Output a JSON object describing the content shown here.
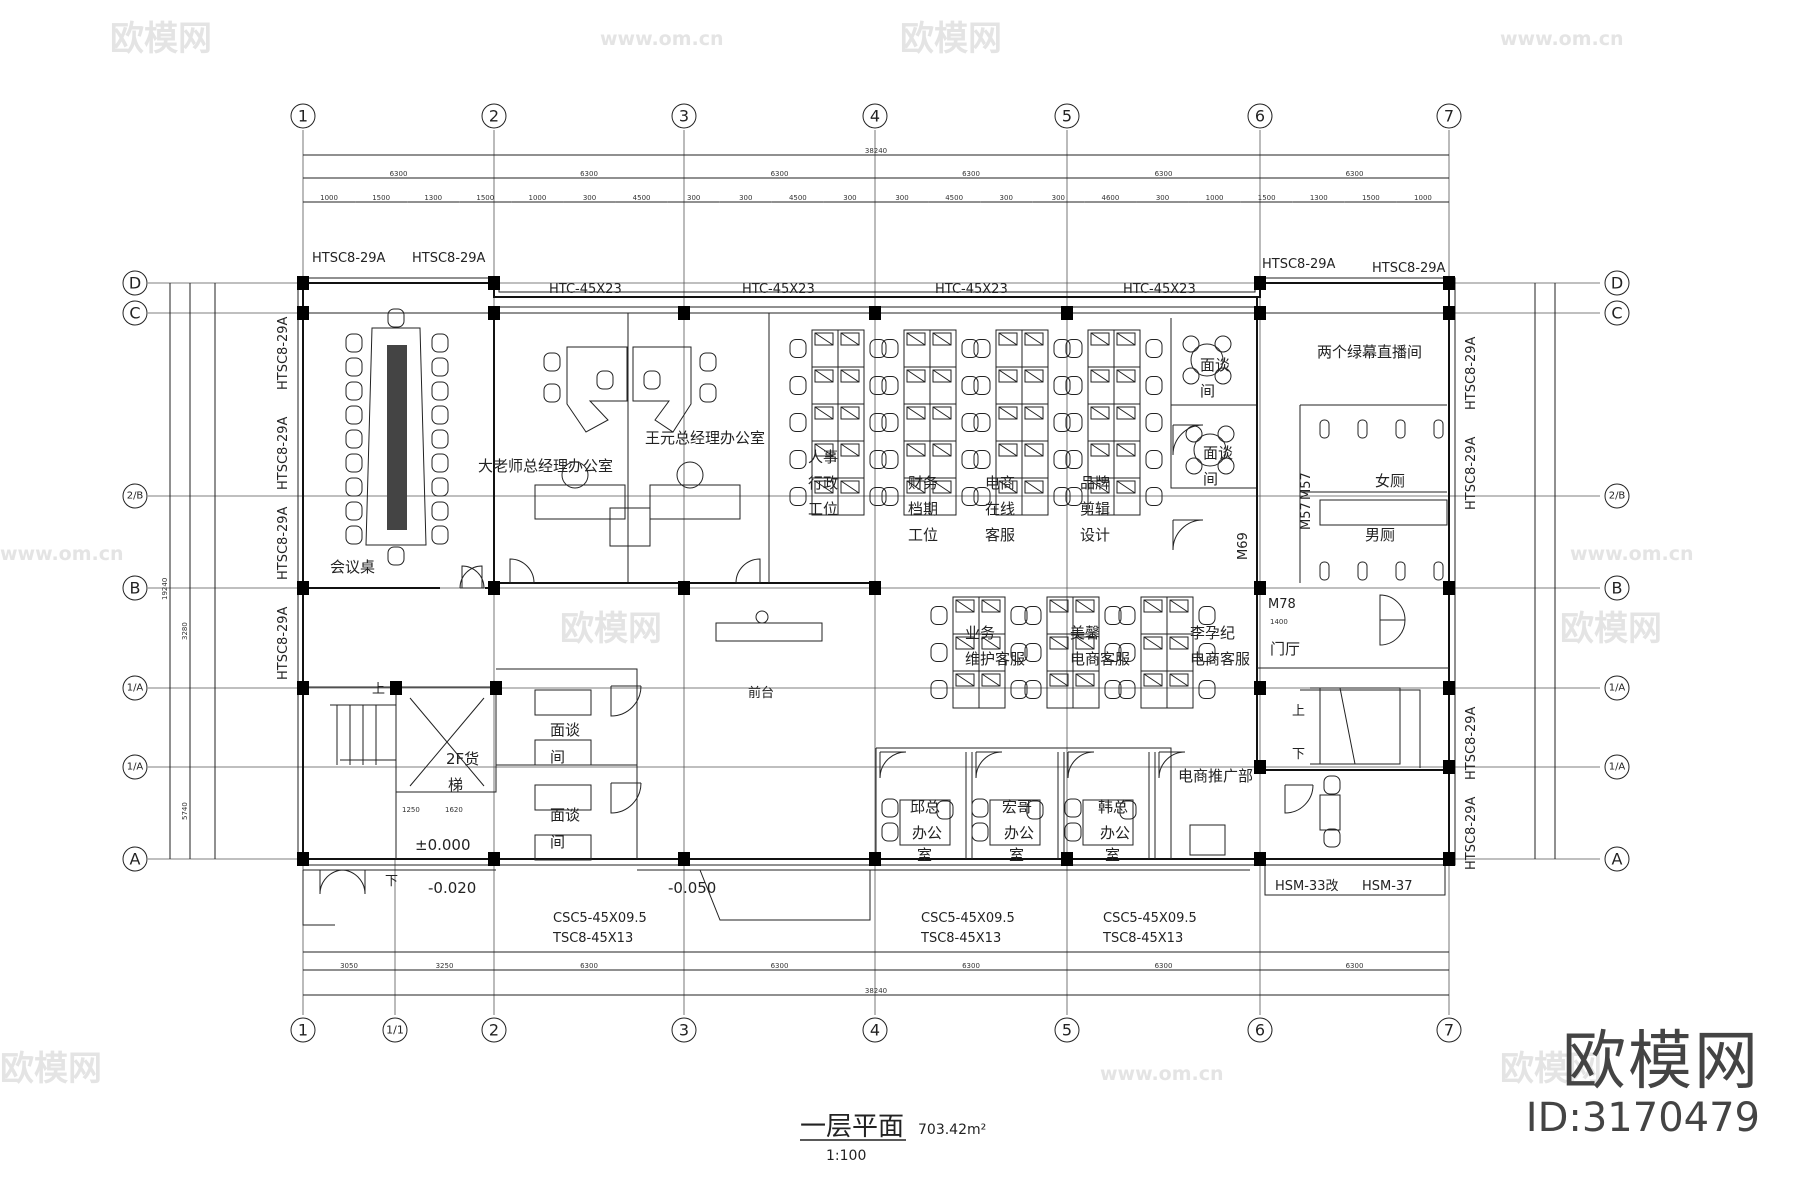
{
  "drawing": {
    "title": "一层平面",
    "scale": "1:100",
    "area": "703.42m²"
  },
  "axes": {
    "columns": [
      "1",
      "1/1",
      "2",
      "3",
      "4",
      "5",
      "6",
      "7"
    ],
    "rows": [
      "D",
      "C",
      "2/B",
      "B",
      "1/A",
      "1/A",
      "A"
    ]
  },
  "dimensions": {
    "total": "38240",
    "bays": [
      "6300",
      "6300",
      "6300",
      "6300",
      "6300",
      "6300"
    ],
    "detail_top": [
      "1000",
      "1500",
      "1300",
      "1500",
      "1000",
      "300",
      "4500",
      "300",
      "300",
      "4500",
      "300",
      "300",
      "4500",
      "300",
      "300",
      "4600",
      "300",
      "1000",
      "1500",
      "1300",
      "1500",
      "1000"
    ],
    "bottom_row": [
      "3050",
      "3250",
      "6300",
      "6300",
      "6300",
      "6300",
      "6300"
    ],
    "left_total": "19240",
    "left_parts": [
      "3280",
      "5740"
    ],
    "stair_dims": [
      "1250",
      "1620"
    ],
    "entry_dim": "1400"
  },
  "windows": {
    "top_left": [
      "HTSC8-29A",
      "HTSC8-29A"
    ],
    "top_mid": [
      "HTC-45X23",
      "HTC-45X23",
      "HTC-45X23",
      "HTC-45X23"
    ],
    "top_right": [
      "HTSC8-29A",
      "HTSC8-29A"
    ],
    "left_side": [
      "HTSC8-29A",
      "HTSC8-29A",
      "HTSC8-29A",
      "HTSC8-29A"
    ],
    "right_side": [
      "HTSC8-29A",
      "HTSC8-29A",
      "HTSC8-29A",
      "HTSC8-29A"
    ],
    "bottom": [
      {
        "line1": "CSC5-45X09.5",
        "line2": "TSC8-45X13"
      },
      {
        "line1": "CSC5-45X09.5",
        "line2": "TSC8-45X13"
      },
      {
        "line1": "CSC5-45X09.5",
        "line2": "TSC8-45X13"
      }
    ],
    "doors": [
      "M69",
      "M57",
      "M57",
      "M78",
      "HSM-33改",
      "HSM-37"
    ]
  },
  "rooms": {
    "conference": "会议桌",
    "office_a": "大老师总经理办公室",
    "office_b": "王元总经理办公室",
    "ws1": [
      "人事",
      "行政",
      "工位"
    ],
    "ws2": [
      "财务",
      "档期",
      "工位"
    ],
    "ws3": [
      "电商",
      "在线",
      "客服"
    ],
    "ws4": [
      "品牌",
      "剪辑",
      "设计"
    ],
    "interview": [
      "面谈",
      "间"
    ],
    "live_room": "两个绿幕直播间",
    "women_wc": "女厕",
    "men_wc": "男厕",
    "lobby": "门厅",
    "reception": "前台",
    "cs1": [
      "业务",
      "维护客服"
    ],
    "cs2": [
      "美馨",
      "电商客服"
    ],
    "cs3": [
      "李孕纪",
      "电商客服"
    ],
    "elevator": [
      "2F货",
      "梯"
    ],
    "office_qiu": [
      "邱总",
      "办公",
      "室"
    ],
    "office_hong": [
      "宏哥",
      "办公",
      "室"
    ],
    "office_han": [
      "韩总",
      "办公",
      "室"
    ],
    "ecom_promo": "电商推广部",
    "up": "上",
    "down": "下"
  },
  "levels": [
    "±0.000",
    "-0.020",
    "-0.050"
  ],
  "watermark": {
    "logo": "欧模网",
    "url": "www.om.cn",
    "id": "ID:3170479"
  }
}
